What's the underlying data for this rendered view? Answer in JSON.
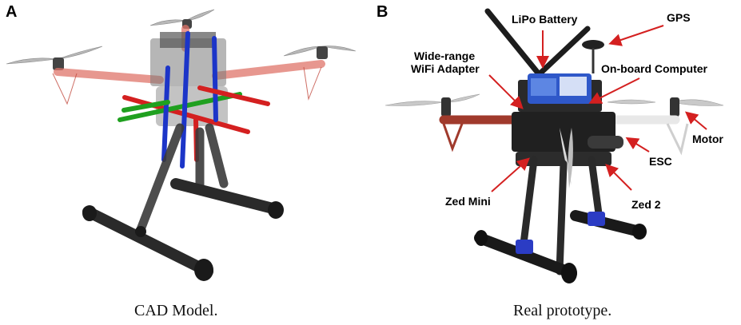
{
  "panels": [
    {
      "letter": "A",
      "caption": "CAD Model."
    },
    {
      "letter": "B",
      "caption": "Real prototype."
    }
  ],
  "labels": {
    "lipo_battery": "LiPo Battery",
    "gps": "GPS",
    "wifi_line1": "Wide-range",
    "wifi_line2": "WiFi Adapter",
    "onboard_computer": "On-board Computer",
    "motor": "Motor",
    "esc": "ESC",
    "zed_mini": "Zed Mini",
    "zed_2": "Zed 2"
  },
  "colors": {
    "arrow": "#d42020",
    "axis_x": "#d42020",
    "axis_y": "#1fa01f",
    "axis_z": "#1c35c8",
    "frame_arm_cad": "#e0756a",
    "leg": "#333333",
    "leg_clamp_real": "#2b3cc4"
  }
}
